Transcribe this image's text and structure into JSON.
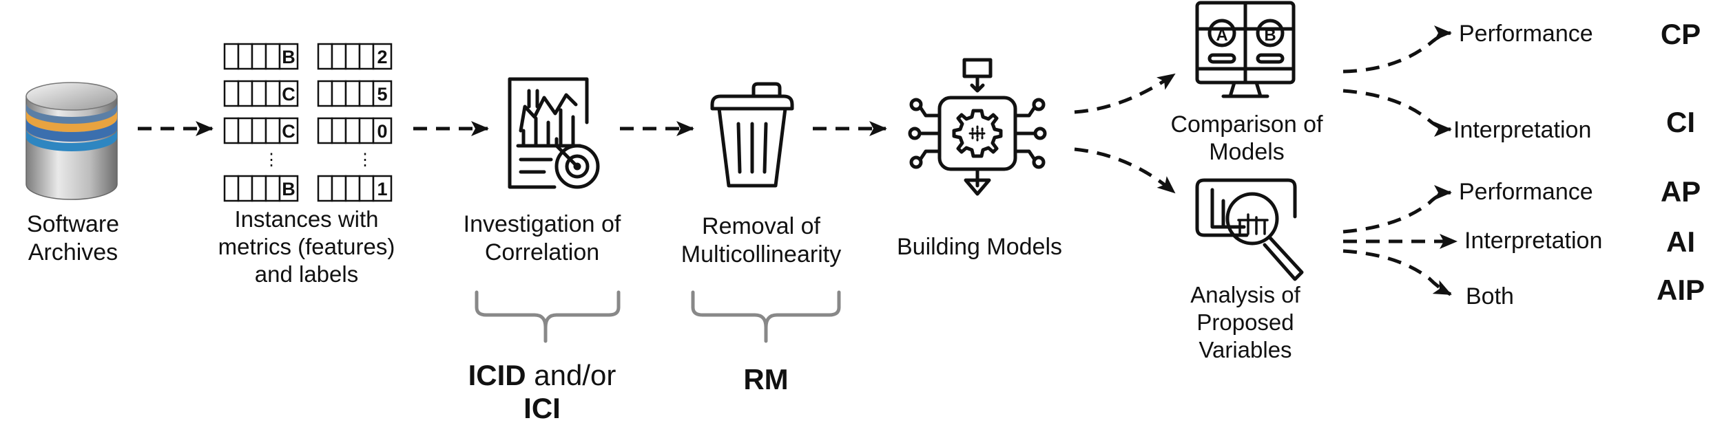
{
  "stages": {
    "archives": {
      "icon": "database-icon",
      "line1": "Software",
      "line2": "Archives"
    },
    "instances": {
      "icon": "data-table-icon",
      "line1": "Instances with",
      "line2": "metrics (features)",
      "line3": "and labels",
      "labels_left": [
        "B",
        "C",
        "C",
        "B"
      ],
      "labels_right": [
        "2",
        "5",
        "0",
        "1"
      ],
      "ellipsis": "⋮"
    },
    "correlation": {
      "icon": "chart-report-target-icon",
      "line1": "Investigation of",
      "line2": "Correlation",
      "tag_bold_1": "ICID",
      "tag_regular": " and/or",
      "tag_bold_2": "ICI"
    },
    "removal": {
      "icon": "trash-bin-icon",
      "line1": "Removal of",
      "line2": "Multicollinearity",
      "tag": "RM"
    },
    "building": {
      "icon": "gear-circuit-icon",
      "line1": "Building Models"
    },
    "comparison": {
      "icon": "monitor-ab-icon",
      "line1": "Comparison of",
      "line2": "Models",
      "circle_a": "A",
      "circle_b": "B"
    },
    "analysis": {
      "icon": "magnifier-chart-icon",
      "line1": "Analysis of",
      "line2": "Proposed",
      "line3": "Variables"
    }
  },
  "outcomes": [
    {
      "label": "Performance",
      "code": "CP"
    },
    {
      "label": "Interpretation",
      "code": "CI"
    },
    {
      "label": "Performance",
      "code": "AP"
    },
    {
      "label": "Interpretation",
      "code": "AI"
    },
    {
      "label": "Both",
      "code": "AIP"
    }
  ]
}
